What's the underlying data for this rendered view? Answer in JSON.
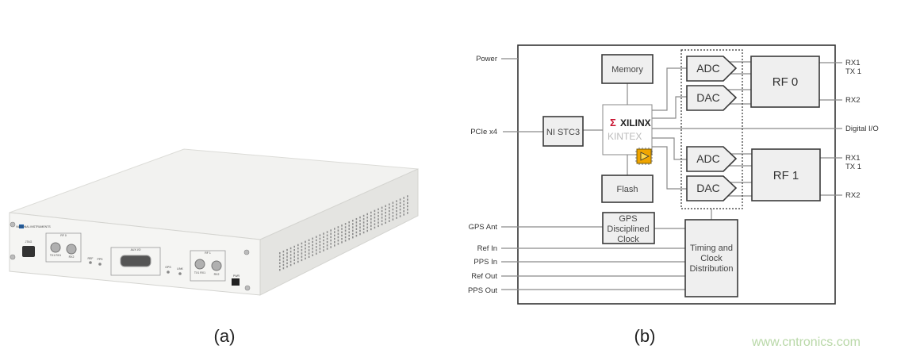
{
  "photo": {
    "brand_logo_text": "NATIONAL INSTRUMENTS",
    "panel_labels": {
      "jtag": "JTAG",
      "rf0": "RF 0",
      "rf1": "RF 1",
      "aux": "AUX I/O",
      "tx1rx1_a": "TX1 RX1",
      "rx2_a": "RX2",
      "tx1rx1_b": "TX1 RX1",
      "rx2_b": "RX2",
      "ref": "REF",
      "pps": "PPS",
      "gps": "GPS",
      "link": "LINK",
      "pwr": "PWR"
    },
    "colors": {
      "body": "#f1f1ef",
      "side": "#e2e2df",
      "connector": "#9a9a9a"
    }
  },
  "diagram": {
    "inputs_left": {
      "power": "Power",
      "pcie": "PCIe x4",
      "gps_ant": "GPS Ant",
      "ref_in": "Ref In",
      "pps_in": "PPS In",
      "ref_out": "Ref Out",
      "pps_out": "PPS Out"
    },
    "outputs_right": {
      "rf0_rx1": "RX1",
      "rf0_tx1": "TX 1",
      "rf0_rx2": "RX2",
      "digital_io": "Digital I/O",
      "rf1_rx1": "RX1",
      "rf1_tx1": "TX 1",
      "rf1_rx2": "RX2"
    },
    "blocks": {
      "memory": "Memory",
      "ni_stc3": "NI STC3",
      "fpga_logo_brand": "XILINX",
      "fpga_logo_family": "KINTEX",
      "flash": "Flash",
      "gps_clock": [
        "GPS",
        "Disciplined",
        "Clock"
      ],
      "timing": [
        "Timing and",
        "Clock",
        "Distribution"
      ],
      "adc0": "ADC",
      "dac0": "DAC",
      "adc1": "ADC",
      "dac1": "DAC",
      "rf0": "RF 0",
      "rf1": "RF 1"
    },
    "icons": {
      "labview_chip": "labview-fpga-chip-icon",
      "xilinx": "xilinx-logo-icon"
    },
    "colors": {
      "block_fill": "#efefef",
      "border": "#3a3a3a",
      "wire": "#8a8a8a",
      "xilinx_red": "#c8102e",
      "labview_yellow": "#f0a500"
    }
  },
  "captions": {
    "a": "(a)",
    "b": "(b)"
  },
  "watermark": "www.cntronics.com"
}
